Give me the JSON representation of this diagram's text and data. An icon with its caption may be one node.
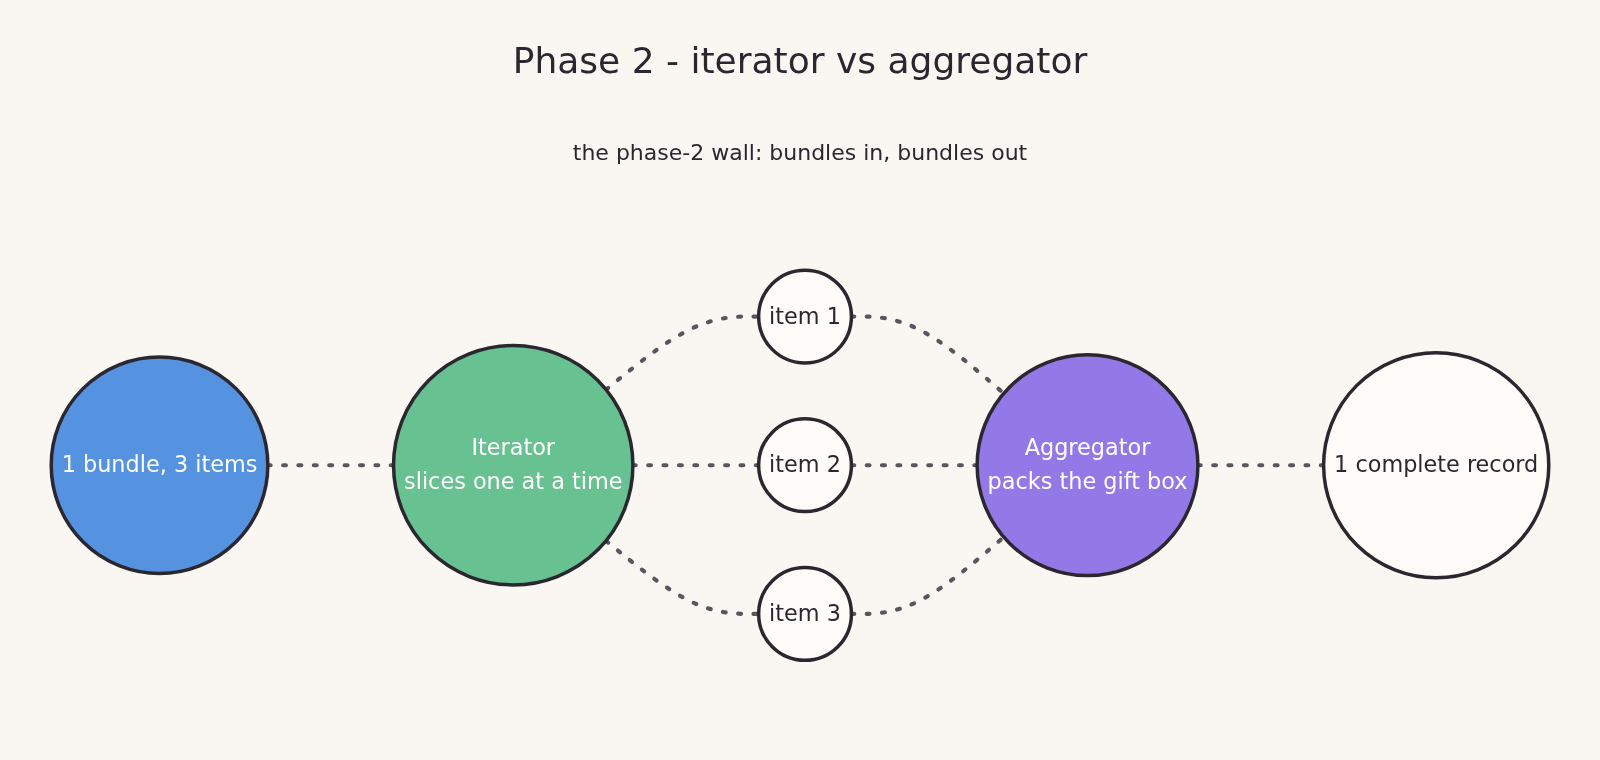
{
  "diagram": {
    "title": "Phase 2 - iterator vs aggregator",
    "nodes": [
      {
        "text": [
          "1 bundle, 3 items"
        ]
      },
      {
        "text": [
          "Iterator",
          "slices one at a time"
        ]
      },
      {
        "text": [
          "item 1"
        ]
      },
      {
        "text": [
          "item 2"
        ]
      },
      {
        "text": [
          "item 3"
        ]
      },
      {
        "text": [
          "Aggregator",
          "packs the gift box"
        ]
      },
      {
        "text": [
          "1 complete record"
        ]
      }
    ],
    "edges": [
      {
        "from": 0,
        "to": 1,
        "arrow": "none",
        "style": "dashed"
      },
      {
        "from": 1,
        "to": 2,
        "arrow": "none",
        "style": "dashed"
      },
      {
        "from": 1,
        "to": 3,
        "arrow": "none",
        "style": "dashed"
      },
      {
        "from": 1,
        "to": 4,
        "arrow": "none",
        "style": "dashed"
      },
      {
        "from": 2,
        "to": 5,
        "arrow": "none",
        "style": "dashed"
      },
      {
        "from": 3,
        "to": 5,
        "arrow": "none",
        "style": "dashed"
      },
      {
        "from": 4,
        "to": 5,
        "arrow": "none",
        "style": "dashed"
      },
      {
        "from": 5,
        "to": 6,
        "arrow": "none",
        "style": "dashed"
      }
    ],
    "labels": [
      "the phase-2 wall: bundles in, bundles out"
    ]
  }
}
